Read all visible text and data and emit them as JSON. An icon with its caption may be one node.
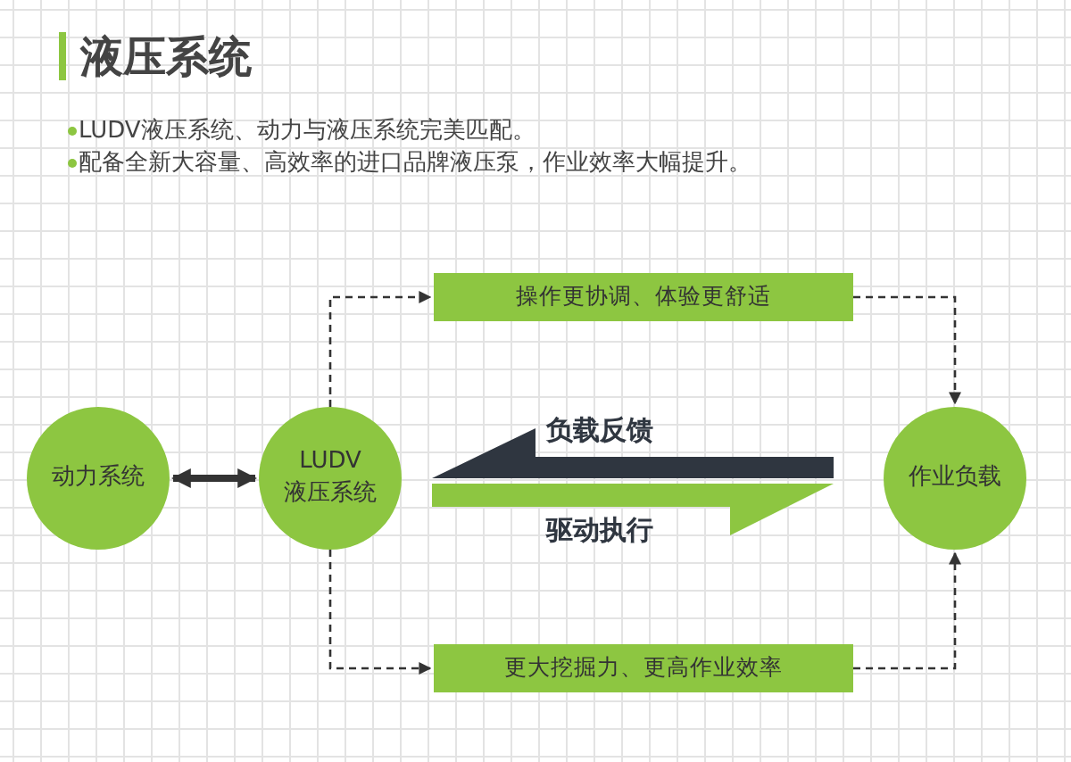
{
  "diagram": {
    "title": "液压系统",
    "nodes": [
      {
        "text": [
          "动力系统"
        ]
      },
      {
        "text": [
          "LUDV 液压系统"
        ]
      },
      {
        "text": [
          "操作更协调、体验更舒适"
        ]
      },
      {
        "text": [
          "作业负载"
        ]
      },
      {
        "text": [
          "更大挖掘力、更高作业效率"
        ]
      }
    ],
    "edges": [
      {
        "from": 0,
        "to": 1,
        "arrow": "both",
        "style": "thick"
      },
      {
        "from": 1,
        "to": 2,
        "arrow": "to",
        "style": "dashed"
      },
      {
        "from": 2,
        "to": 3,
        "arrow": "to",
        "style": "dashed"
      },
      {
        "from": 1,
        "to": 4,
        "arrow": "to",
        "style": "dashed"
      },
      {
        "from": 4,
        "to": 3,
        "arrow": "to",
        "style": "dashed"
      },
      {
        "from": 3,
        "to": 1,
        "arrow": "to",
        "label": "负载反馈",
        "style": "thick",
        "color": "#2f3640"
      },
      {
        "from": 1,
        "to": 3,
        "arrow": "to",
        "label": "驱动执行",
        "style": "thick",
        "color": "#8dc641"
      }
    ],
    "labels": [
      "LUDV液压系统、动力与液压系统完美匹配。",
      "配备全新大容量、高效率的进口品牌液压泵，作业效率大幅提升。"
    ]
  }
}
